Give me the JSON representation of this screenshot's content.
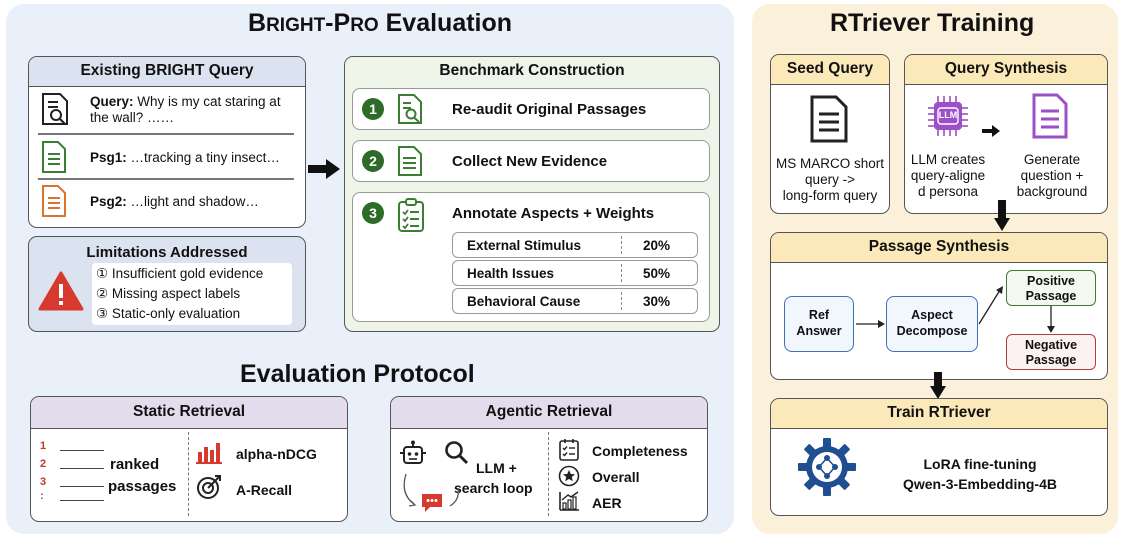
{
  "left": {
    "title_big_b": "B",
    "title_small_right": "RIGHT",
    "title_dash": "-",
    "title_big_p": "P",
    "title_small_ro": "RO",
    "title_rest": " Evaluation",
    "existing_query": {
      "header": "Existing BRIGHT Query",
      "query_label": "Query:",
      "query_text": "Why is my cat staring at the wall? ……",
      "psg1_label": "Psg1:",
      "psg1_text": "…tracking a tiny insect…",
      "psg2_label": "Psg2:",
      "psg2_text": "…light and shadow…"
    },
    "limitations": {
      "header": "Limitations Addressed",
      "items": [
        "① Insufficient gold evidence",
        "② Missing aspect labels",
        "③ Static-only evaluation"
      ]
    },
    "benchmark": {
      "header": "Benchmark Construction",
      "steps": [
        {
          "num": "1",
          "label": "Re-audit Original Passages"
        },
        {
          "num": "2",
          "label": "Collect New Evidence"
        },
        {
          "num": "3",
          "label": "Annotate Aspects + Weights"
        }
      ],
      "aspects": [
        {
          "name": "External Stimulus",
          "weight": "20%"
        },
        {
          "name": "Health Issues",
          "weight": "50%"
        },
        {
          "name": "Behavioral Cause",
          "weight": "30%"
        }
      ]
    },
    "protocol_title": "Evaluation Protocol",
    "static": {
      "header": "Static Retrieval",
      "rank_numbers": [
        "1",
        "2",
        "3",
        ":"
      ],
      "ranked_label_1": "ranked",
      "ranked_label_2": "passages",
      "metrics": [
        "alpha-nDCG",
        "A-Recall"
      ]
    },
    "agentic": {
      "header": "Agentic Retrieval",
      "loop_label_1": "LLM +",
      "loop_label_2": "search loop",
      "metrics": [
        "Completeness",
        "Overall",
        "AER"
      ]
    }
  },
  "right": {
    "title": "RTriever Training",
    "seed": {
      "header": "Seed Query",
      "text_lines": [
        "MS MARCO short",
        "query ->",
        "long-form query"
      ]
    },
    "synthesis": {
      "header": "Query Synthesis",
      "llm_badge": "LLM",
      "left_lines": [
        "LLM creates",
        "query-aligne",
        "d persona"
      ],
      "right_lines": [
        "Generate",
        "question +",
        "background"
      ]
    },
    "passage": {
      "header": "Passage Synthesis",
      "ref_lines": [
        "Ref",
        "Answer"
      ],
      "aspect_lines": [
        "Aspect",
        "Decompose"
      ],
      "positive_lines": [
        "Positive",
        "Passage"
      ],
      "negative_lines": [
        "Negative",
        "Passage"
      ]
    },
    "train": {
      "header": "Train RTriever",
      "line1": "LoRA fine-tuning",
      "line2": "Qwen-3-Embedding-4B"
    }
  },
  "colors": {
    "left_bg": "#e9f0fa",
    "right_bg": "#fbf0da",
    "green_accent": "#2f6b28",
    "red_accent": "#c0392b",
    "purple_accent": "#9b4fc8",
    "blue_accent": "#3b72b8"
  }
}
